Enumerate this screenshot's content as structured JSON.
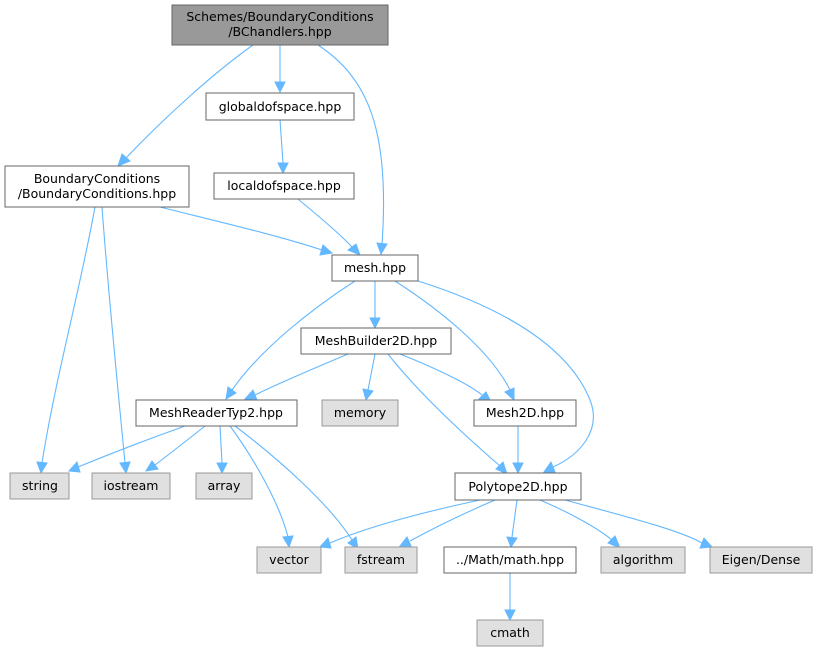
{
  "colors": {
    "edge": "#63b8ff",
    "root_fill": "#999999",
    "local_fill": "#ffffff",
    "system_fill": "#e0e0e0",
    "border": "#666666",
    "system_border": "#999999"
  },
  "nodes": {
    "root": {
      "lines": [
        "Schemes/BoundaryConditions",
        "/BChandlers.hpp"
      ]
    },
    "globaldofspace": {
      "lines": [
        "globaldofspace.hpp"
      ]
    },
    "localdofspace": {
      "lines": [
        "localdofspace.hpp"
      ]
    },
    "boundary_conditions": {
      "lines": [
        "BoundaryConditions",
        "/BoundaryConditions.hpp"
      ]
    },
    "mesh": {
      "lines": [
        "mesh.hpp"
      ]
    },
    "mesh_builder": {
      "lines": [
        "MeshBuilder2D.hpp"
      ]
    },
    "mesh_reader": {
      "lines": [
        "MeshReaderTyp2.hpp"
      ]
    },
    "memory": {
      "lines": [
        "memory"
      ]
    },
    "mesh2d": {
      "lines": [
        "Mesh2D.hpp"
      ]
    },
    "string": {
      "lines": [
        "string"
      ]
    },
    "iostream": {
      "lines": [
        "iostream"
      ]
    },
    "array": {
      "lines": [
        "array"
      ]
    },
    "polytope": {
      "lines": [
        "Polytope2D.hpp"
      ]
    },
    "vector": {
      "lines": [
        "vector"
      ]
    },
    "fstream": {
      "lines": [
        "fstream"
      ]
    },
    "math": {
      "lines": [
        "../Math/math.hpp"
      ]
    },
    "algorithm": {
      "lines": [
        "algorithm"
      ]
    },
    "eigen": {
      "lines": [
        "Eigen/Dense"
      ]
    },
    "cmath": {
      "lines": [
        "cmath"
      ]
    }
  }
}
